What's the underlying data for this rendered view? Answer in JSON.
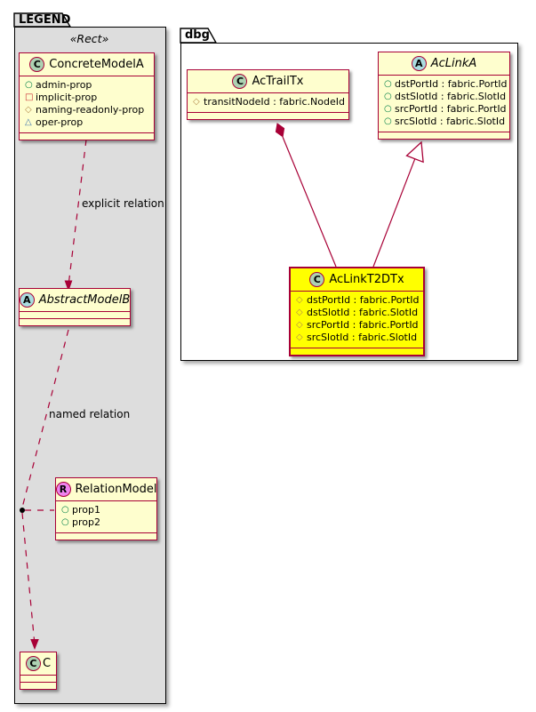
{
  "colors": {
    "class_border": "#a80036",
    "class_fill": "#fefece",
    "highlight_fill": "#ffff00",
    "legend_package_fill": "#dddddd",
    "spot_class_fill": "#add1b2",
    "spot_abstract_fill": "#a9dcdf",
    "spot_relation_fill": "#ee82ee",
    "vis_circle": "#038048",
    "vis_square": "#c82930",
    "vis_diamond": "#b38b4d",
    "vis_triangle": "#4177af"
  },
  "packages": {
    "legend": {
      "label": "LEGEND",
      "stereotype": "«Rect»"
    },
    "dbg": {
      "label": "dbg"
    }
  },
  "classes": {
    "concrete_model_a": {
      "name": "ConcreteModelA",
      "spot": "C",
      "members": [
        {
          "icon": "circle",
          "text": "admin-prop"
        },
        {
          "icon": "square",
          "text": "implicit-prop"
        },
        {
          "icon": "diamond",
          "text": "naming-readonly-prop"
        },
        {
          "icon": "triangle",
          "text": "oper-prop"
        }
      ]
    },
    "abstract_model_b": {
      "name": "AbstractModelB",
      "spot": "A",
      "members": []
    },
    "relation_model": {
      "name": "RelationModel",
      "spot": "R",
      "members": [
        {
          "icon": "circle",
          "text": "prop1"
        },
        {
          "icon": "circle",
          "text": "prop2"
        }
      ]
    },
    "c": {
      "name": "C",
      "spot": "C",
      "members": []
    },
    "ac_trail_tx": {
      "name": "AcTrailTx",
      "spot": "C",
      "members": [
        {
          "icon": "diamond",
          "text": "transitNodeId : fabric.NodeId"
        }
      ]
    },
    "ac_link_a": {
      "name": "AcLinkA",
      "spot": "A",
      "members": [
        {
          "icon": "circle",
          "text": "dstPortId : fabric.PortId"
        },
        {
          "icon": "circle",
          "text": "dstSlotId : fabric.SlotId"
        },
        {
          "icon": "circle",
          "text": "srcPortId : fabric.PortId"
        },
        {
          "icon": "circle",
          "text": "srcSlotId : fabric.SlotId"
        }
      ]
    },
    "ac_link_t2dtx": {
      "name": "AcLinkT2DTx",
      "spot": "C",
      "members": [
        {
          "icon": "diamond",
          "text": "dstPortId : fabric.PortId"
        },
        {
          "icon": "diamond",
          "text": "dstSlotId : fabric.SlotId"
        },
        {
          "icon": "diamond",
          "text": "srcPortId : fabric.PortId"
        },
        {
          "icon": "diamond",
          "text": "srcSlotId : fabric.SlotId"
        }
      ]
    }
  },
  "relations": {
    "explicit_label": "explicit relation",
    "named_label": "named relation"
  }
}
